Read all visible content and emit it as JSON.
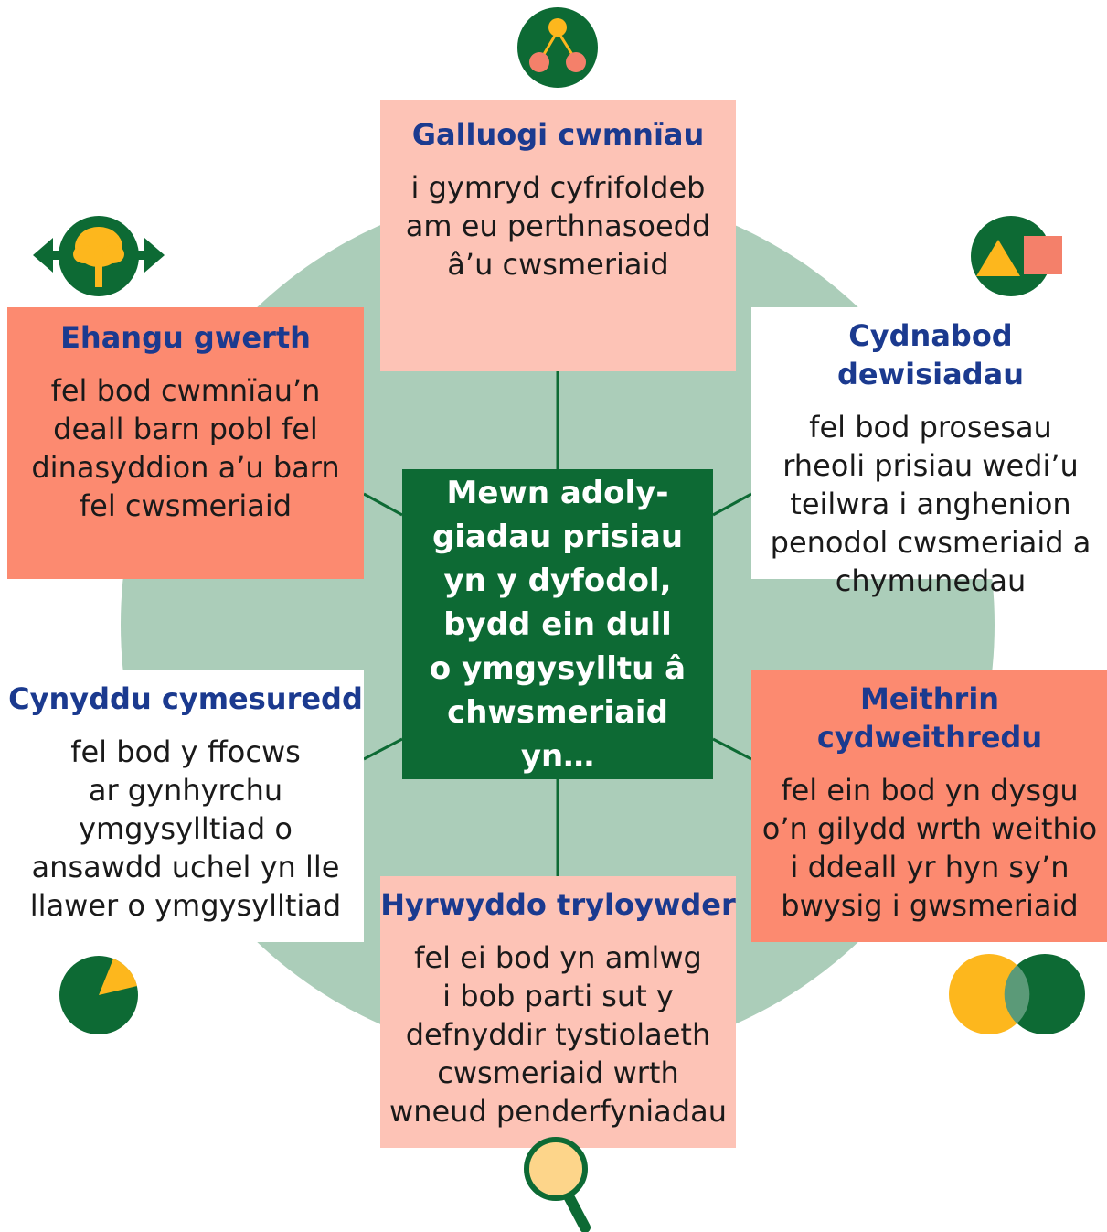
{
  "center_text": "Mewn adoly-\ngiadau prisiau\nyn y dyfodol,\nbydd ein dull\no ymgysylltu â\nchwsmeriaid yn…",
  "boxes": {
    "top": {
      "title": "Galluogi cwmnïau",
      "body": [
        "i gymryd cyfrifoldeb",
        "am eu perthnasoedd",
        "â’u cwsmeriaid"
      ]
    },
    "top_left": {
      "title": "Ehangu gwerth",
      "body": [
        "fel bod cwmnïau’n",
        "deall barn pobl fel",
        "dinasyddion a’u barn",
        "fel cwsmeriaid"
      ]
    },
    "top_right": {
      "title": "Cydnabod dewisiadau",
      "body": [
        "fel bod prosesau",
        "rheoli prisiau wedi’u",
        "teilwra i anghenion",
        "penodol cwsmeriaid a",
        "chymunedau"
      ]
    },
    "bottom_left": {
      "title": "Cynyddu cymesuredd",
      "body": [
        "fel bod y ffocws",
        "ar gynhyrchu",
        "ymgysylltiad o",
        "ansawdd uchel yn lle",
        "llawer o ymgysylltiad"
      ]
    },
    "bottom_right": {
      "title_lines": [
        "Meithrin",
        "cydweithredu"
      ],
      "body": [
        "fel ein bod yn dysgu",
        "o’n gilydd wrth weithio",
        "i ddeall yr hyn sy’n",
        "bwysig i gwsmeriaid"
      ]
    },
    "bottom": {
      "title": "Hyrwyddo tryloywder",
      "body": [
        "fel ei bod yn amlwg",
        "i bob parti sut y",
        "defnyddir tystiolaeth",
        "cwsmeriaid wrth",
        "wneud penderfyniadau"
      ]
    }
  },
  "icons": {
    "top": "network-icon",
    "top_left": "tree-arrows-icon",
    "top_right": "shapes-icon",
    "bottom_left": "pie-icon",
    "bottom_right": "venn-icon",
    "bottom": "magnifier-icon"
  },
  "colors": {
    "dark_green": "#0d6a34",
    "light_green": "#abcdb9",
    "pink": "#fdc3b6",
    "coral": "#fc8a70",
    "yellow": "#fdb71d",
    "salmon": "#f4806a",
    "title_blue": "#1b3a8f"
  }
}
